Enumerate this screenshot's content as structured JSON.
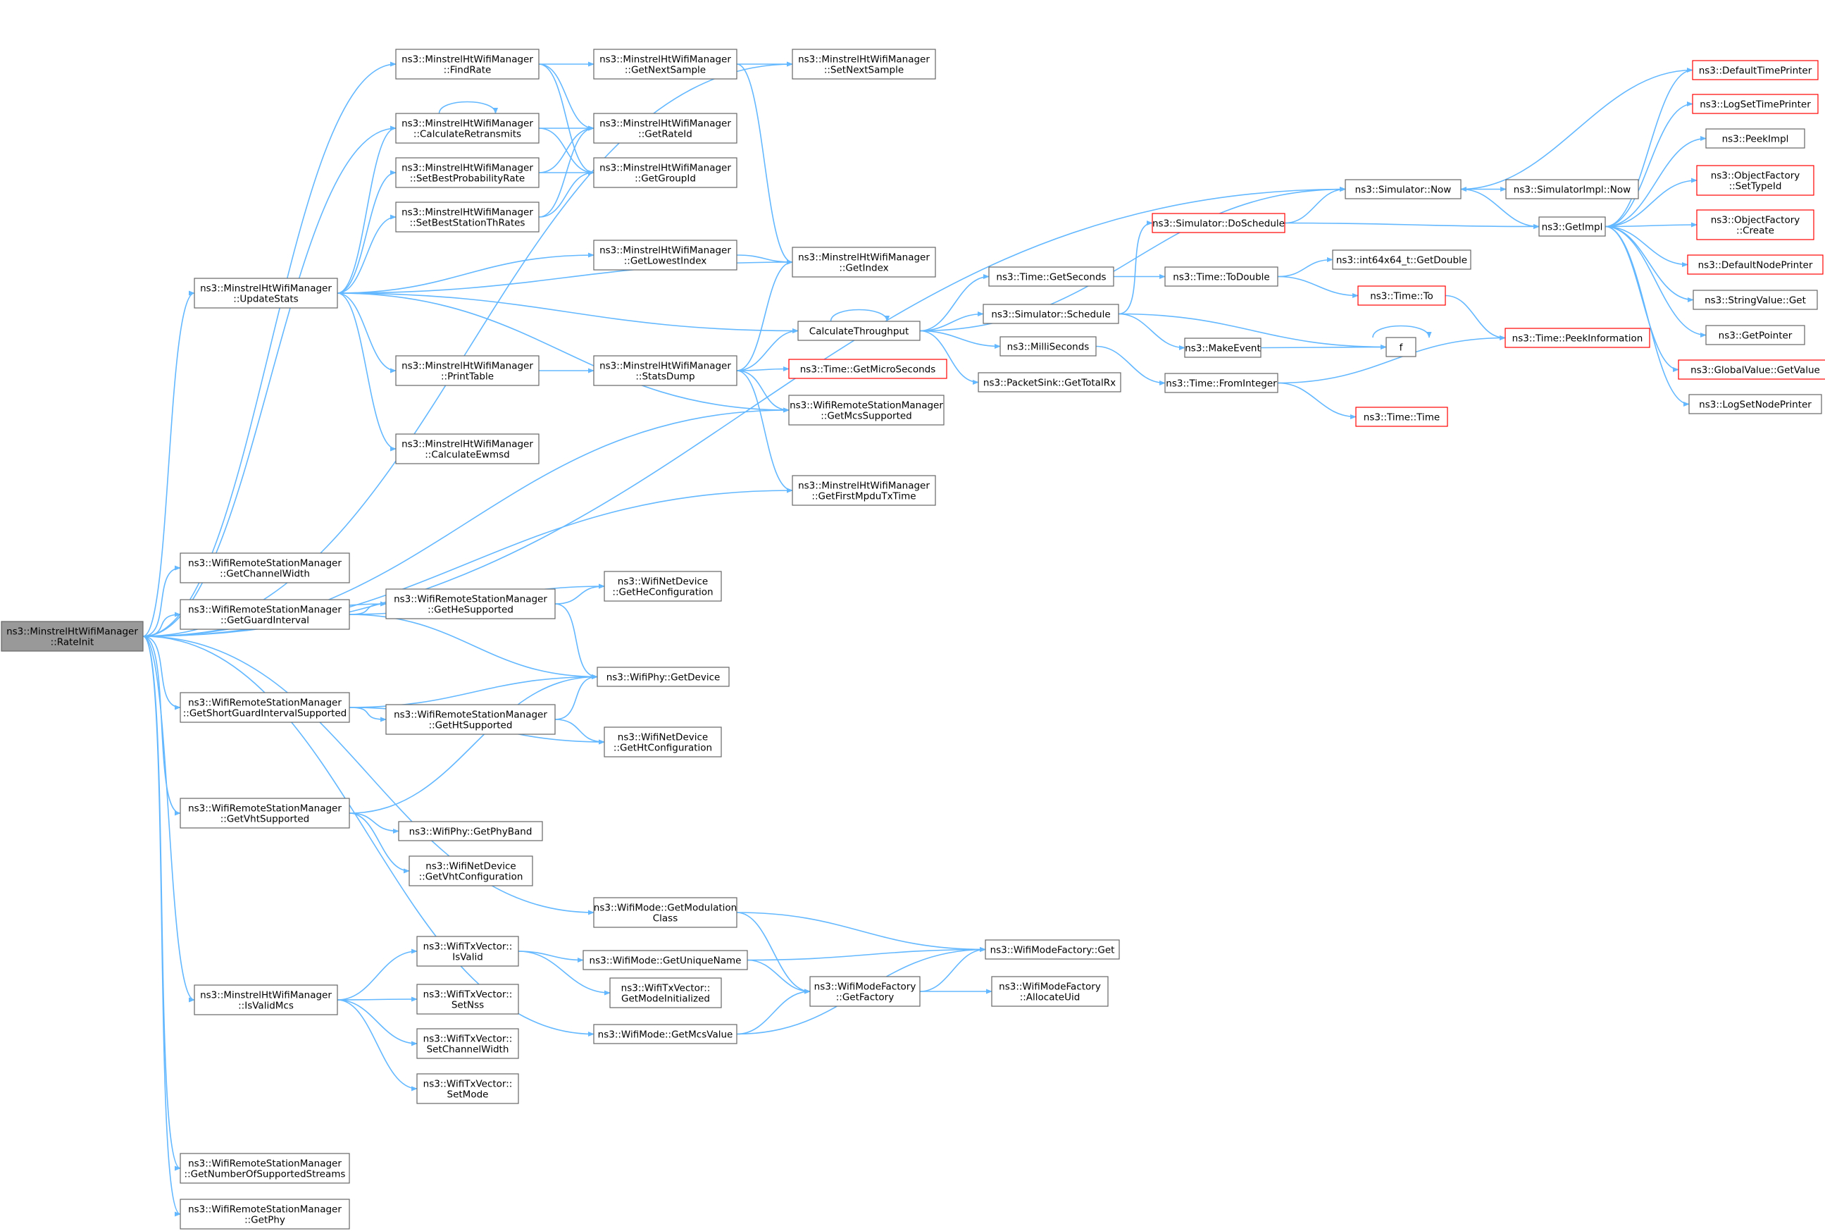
{
  "title": "ns3::MinstrelHtWifiManager::RateInit call graph",
  "colors": {
    "edge": "#63b8ff",
    "border": "#666666",
    "border_truncated": "#ff0000",
    "root_fill": "#999999",
    "node_fill": "#ffffff"
  },
  "nodes": [
    {
      "id": "rateinit",
      "lines": [
        "ns3::MinstrelHtWifiManager",
        "::RateInit"
      ],
      "root": true
    },
    {
      "id": "findrate",
      "lines": [
        "ns3::MinstrelHtWifiManager",
        "::FindRate"
      ]
    },
    {
      "id": "calcretrans",
      "lines": [
        "ns3::MinstrelHtWifiManager",
        "::CalculateRetransmits"
      ]
    },
    {
      "id": "setbestprob",
      "lines": [
        "ns3::MinstrelHtWifiManager",
        "::SetBestProbabilityRate"
      ]
    },
    {
      "id": "setbeststation",
      "lines": [
        "ns3::MinstrelHtWifiManager",
        "::SetBestStationThRates"
      ]
    },
    {
      "id": "updatestats",
      "lines": [
        "ns3::MinstrelHtWifiManager",
        "::UpdateStats"
      ]
    },
    {
      "id": "printtable",
      "lines": [
        "ns3::MinstrelHtWifiManager",
        "::PrintTable"
      ]
    },
    {
      "id": "calcewmsd",
      "lines": [
        "ns3::MinstrelHtWifiManager",
        "::CalculateEwmsd"
      ]
    },
    {
      "id": "getnextsample",
      "lines": [
        "ns3::MinstrelHtWifiManager",
        "::GetNextSample"
      ]
    },
    {
      "id": "getrateid",
      "lines": [
        "ns3::MinstrelHtWifiManager",
        "::GetRateId"
      ]
    },
    {
      "id": "getgroupid",
      "lines": [
        "ns3::MinstrelHtWifiManager",
        "::GetGroupId"
      ]
    },
    {
      "id": "getlowestindex",
      "lines": [
        "ns3::MinstrelHtWifiManager",
        "::GetLowestIndex"
      ]
    },
    {
      "id": "statsdump",
      "lines": [
        "ns3::MinstrelHtWifiManager",
        "::StatsDump"
      ]
    },
    {
      "id": "setnextsample",
      "lines": [
        "ns3::MinstrelHtWifiManager",
        "::SetNextSample"
      ]
    },
    {
      "id": "getindex",
      "lines": [
        "ns3::MinstrelHtWifiManager",
        "::GetIndex"
      ]
    },
    {
      "id": "calcthroughput",
      "lines": [
        "CalculateThroughput"
      ]
    },
    {
      "id": "getmicro",
      "lines": [
        "ns3::Time::GetMicroSeconds"
      ],
      "truncated": true
    },
    {
      "id": "getmcssupported",
      "lines": [
        "ns3::WifiRemoteStationManager",
        "::GetMcsSupported"
      ]
    },
    {
      "id": "getfirstmpdu",
      "lines": [
        "ns3::MinstrelHtWifiManager",
        "::GetFirstMpduTxTime"
      ]
    },
    {
      "id": "gettimeseconds",
      "lines": [
        "ns3::Time::GetSeconds"
      ]
    },
    {
      "id": "simschedule",
      "lines": [
        "ns3::Simulator::Schedule"
      ]
    },
    {
      "id": "milliseconds",
      "lines": [
        "ns3::MilliSeconds"
      ]
    },
    {
      "id": "packetsink",
      "lines": [
        "ns3::PacketSink::GetTotalRx"
      ]
    },
    {
      "id": "simdoschedule",
      "lines": [
        "ns3::Simulator::DoSchedule"
      ],
      "truncated": true
    },
    {
      "id": "timetodouble",
      "lines": [
        "ns3::Time::ToDouble"
      ]
    },
    {
      "id": "makeevent",
      "lines": [
        "ns3::MakeEvent"
      ]
    },
    {
      "id": "timefrominteger",
      "lines": [
        "ns3::Time::FromInteger"
      ]
    },
    {
      "id": "int64getdouble",
      "lines": [
        "ns3::int64x64_t::GetDouble"
      ]
    },
    {
      "id": "timeto",
      "lines": [
        "ns3::Time::To"
      ],
      "truncated": true
    },
    {
      "id": "f",
      "lines": [
        "f"
      ]
    },
    {
      "id": "timetime",
      "lines": [
        "ns3::Time::Time"
      ],
      "truncated": true
    },
    {
      "id": "simnow",
      "lines": [
        "ns3::Simulator::Now"
      ]
    },
    {
      "id": "simimplnow",
      "lines": [
        "ns3::SimulatorImpl::Now"
      ]
    },
    {
      "id": "getimpl",
      "lines": [
        "ns3::GetImpl"
      ]
    },
    {
      "id": "timepeekinfo",
      "lines": [
        "ns3::Time::PeekInformation"
      ],
      "truncated": true
    },
    {
      "id": "defaulttimeprinter",
      "lines": [
        "ns3::DefaultTimePrinter"
      ],
      "truncated": true
    },
    {
      "id": "logsettimeprinter",
      "lines": [
        "ns3::LogSetTimePrinter"
      ],
      "truncated": true
    },
    {
      "id": "peekimpl",
      "lines": [
        "ns3::PeekImpl"
      ]
    },
    {
      "id": "objfactsettype",
      "lines": [
        "ns3::ObjectFactory",
        "::SetTypeId"
      ],
      "truncated": true
    },
    {
      "id": "objfactcreate",
      "lines": [
        "ns3::ObjectFactory",
        "::Create"
      ],
      "truncated": true
    },
    {
      "id": "defaultnodeprinter",
      "lines": [
        "ns3::DefaultNodePrinter"
      ],
      "truncated": true
    },
    {
      "id": "stringvalueget",
      "lines": [
        "ns3::StringValue::Get"
      ]
    },
    {
      "id": "getpointer",
      "lines": [
        "ns3::GetPointer"
      ]
    },
    {
      "id": "globalvalueget",
      "lines": [
        "ns3::GlobalValue::GetValue"
      ],
      "truncated": true
    },
    {
      "id": "logsetnodeprinter",
      "lines": [
        "ns3::LogSetNodePrinter"
      ]
    },
    {
      "id": "getchannelwidth",
      "lines": [
        "ns3::WifiRemoteStationManager",
        "::GetChannelWidth"
      ]
    },
    {
      "id": "getguardinterval",
      "lines": [
        "ns3::WifiRemoteStationManager",
        "::GetGuardInterval"
      ]
    },
    {
      "id": "gethesupported",
      "lines": [
        "ns3::WifiRemoteStationManager",
        "::GetHeSupported"
      ]
    },
    {
      "id": "getheconfig",
      "lines": [
        "ns3::WifiNetDevice",
        "::GetHeConfiguration"
      ]
    },
    {
      "id": "wifiphygetdevice",
      "lines": [
        "ns3::WifiPhy::GetDevice"
      ]
    },
    {
      "id": "getshortgi",
      "lines": [
        "ns3::WifiRemoteStationManager",
        "::GetShortGuardIntervalSupported"
      ]
    },
    {
      "id": "gethtsupported",
      "lines": [
        "ns3::WifiRemoteStationManager",
        "::GetHtSupported"
      ]
    },
    {
      "id": "gethtconfig",
      "lines": [
        "ns3::WifiNetDevice",
        "::GetHtConfiguration"
      ]
    },
    {
      "id": "getvhtsupported",
      "lines": [
        "ns3::WifiRemoteStationManager",
        "::GetVhtSupported"
      ]
    },
    {
      "id": "getphyband",
      "lines": [
        "ns3::WifiPhy::GetPhyBand"
      ]
    },
    {
      "id": "getvhtconfig",
      "lines": [
        "ns3::WifiNetDevice",
        "::GetVhtConfiguration"
      ]
    },
    {
      "id": "getmodclass",
      "lines": [
        "ns3::WifiMode::GetModulation",
        "Class"
      ]
    },
    {
      "id": "isvalidmcs",
      "lines": [
        "ns3::MinstrelHtWifiManager",
        "::IsValidMcs"
      ]
    },
    {
      "id": "txvecisvalid",
      "lines": [
        "ns3::WifiTxVector::",
        "IsValid"
      ]
    },
    {
      "id": "getuniquename",
      "lines": [
        "ns3::WifiMode::GetUniqueName"
      ]
    },
    {
      "id": "getmodeinit",
      "lines": [
        "ns3::WifiTxVector::",
        "GetModeInitialized"
      ]
    },
    {
      "id": "modefactoryget",
      "lines": [
        "ns3::WifiModeFactory::Get"
      ]
    },
    {
      "id": "getfactory",
      "lines": [
        "ns3::WifiModeFactory",
        "::GetFactory"
      ]
    },
    {
      "id": "allocateuid",
      "lines": [
        "ns3::WifiModeFactory",
        "::AllocateUid"
      ]
    },
    {
      "id": "setnss",
      "lines": [
        "ns3::WifiTxVector::",
        "SetNss"
      ]
    },
    {
      "id": "setchannelwidth",
      "lines": [
        "ns3::WifiTxVector::",
        "SetChannelWidth"
      ]
    },
    {
      "id": "setmode",
      "lines": [
        "ns3::WifiTxVector::",
        "SetMode"
      ]
    },
    {
      "id": "getmcsvalue",
      "lines": [
        "ns3::WifiMode::GetMcsValue"
      ]
    },
    {
      "id": "getnumstreams",
      "lines": [
        "ns3::WifiRemoteStationManager",
        "::GetNumberOfSupportedStreams"
      ]
    },
    {
      "id": "getphy",
      "lines": [
        "ns3::WifiRemoteStationManager",
        "::GetPhy"
      ]
    }
  ],
  "edges": [
    [
      "rateinit",
      "findrate"
    ],
    [
      "rateinit",
      "calcretrans"
    ],
    [
      "rateinit",
      "updatestats"
    ],
    [
      "rateinit",
      "setnextsample"
    ],
    [
      "rateinit",
      "simnow"
    ],
    [
      "rateinit",
      "getmcssupported"
    ],
    [
      "rateinit",
      "getfirstmpdu"
    ],
    [
      "rateinit",
      "getchannelwidth"
    ],
    [
      "rateinit",
      "getguardinterval"
    ],
    [
      "rateinit",
      "gethesupported"
    ],
    [
      "rateinit",
      "getshortgi"
    ],
    [
      "rateinit",
      "getvhtsupported"
    ],
    [
      "rateinit",
      "getmodclass"
    ],
    [
      "rateinit",
      "isvalidmcs"
    ],
    [
      "rateinit",
      "getmcsvalue"
    ],
    [
      "rateinit",
      "getnumstreams"
    ],
    [
      "rateinit",
      "getphy"
    ],
    [
      "findrate",
      "getnextsample"
    ],
    [
      "findrate",
      "getrateid"
    ],
    [
      "findrate",
      "getgroupid"
    ],
    [
      "getnextsample",
      "setnextsample"
    ],
    [
      "getnextsample",
      "getindex"
    ],
    [
      "calcretrans",
      "calcretrans"
    ],
    [
      "calcretrans",
      "getrateid"
    ],
    [
      "calcretrans",
      "getgroupid"
    ],
    [
      "setbestprob",
      "getrateid"
    ],
    [
      "setbestprob",
      "getgroupid"
    ],
    [
      "setbeststation",
      "getrateid"
    ],
    [
      "setbeststation",
      "getgroupid"
    ],
    [
      "updatestats",
      "calcretrans"
    ],
    [
      "updatestats",
      "setbestprob"
    ],
    [
      "updatestats",
      "setbeststation"
    ],
    [
      "updatestats",
      "getlowestindex"
    ],
    [
      "updatestats",
      "getindex"
    ],
    [
      "updatestats",
      "calcthroughput"
    ],
    [
      "updatestats",
      "printtable"
    ],
    [
      "updatestats",
      "calcewmsd"
    ],
    [
      "updatestats",
      "getmcssupported"
    ],
    [
      "getlowestindex",
      "getindex"
    ],
    [
      "printtable",
      "statsdump"
    ],
    [
      "statsdump",
      "getindex"
    ],
    [
      "statsdump",
      "calcthroughput"
    ],
    [
      "statsdump",
      "getmicro"
    ],
    [
      "statsdump",
      "getmcssupported"
    ],
    [
      "statsdump",
      "getfirstmpdu"
    ],
    [
      "calcthroughput",
      "calcthroughput"
    ],
    [
      "calcthroughput",
      "simnow"
    ],
    [
      "calcthroughput",
      "gettimeseconds"
    ],
    [
      "calcthroughput",
      "simschedule"
    ],
    [
      "calcthroughput",
      "milliseconds"
    ],
    [
      "calcthroughput",
      "packetsink"
    ],
    [
      "gettimeseconds",
      "timetodouble"
    ],
    [
      "simschedule",
      "simdoschedule"
    ],
    [
      "simschedule",
      "makeevent"
    ],
    [
      "simschedule",
      "f"
    ],
    [
      "milliseconds",
      "timefrominteger"
    ],
    [
      "simdoschedule",
      "simnow"
    ],
    [
      "simdoschedule",
      "getimpl"
    ],
    [
      "timetodouble",
      "int64getdouble"
    ],
    [
      "timetodouble",
      "timeto"
    ],
    [
      "makeevent",
      "f"
    ],
    [
      "f",
      "f"
    ],
    [
      "timefrominteger",
      "timepeekinfo"
    ],
    [
      "timefrominteger",
      "timetime"
    ],
    [
      "timeto",
      "timepeekinfo"
    ],
    [
      "simnow",
      "simimplnow"
    ],
    [
      "simnow",
      "getimpl"
    ],
    [
      "defaulttimeprinter",
      "simnow"
    ],
    [
      "getimpl",
      "defaulttimeprinter"
    ],
    [
      "getimpl",
      "logsettimeprinter"
    ],
    [
      "getimpl",
      "peekimpl"
    ],
    [
      "getimpl",
      "objfactsettype"
    ],
    [
      "getimpl",
      "objfactcreate"
    ],
    [
      "getimpl",
      "defaultnodeprinter"
    ],
    [
      "getimpl",
      "stringvalueget"
    ],
    [
      "getimpl",
      "getpointer"
    ],
    [
      "getimpl",
      "globalvalueget"
    ],
    [
      "getimpl",
      "logsetnodeprinter"
    ],
    [
      "getguardinterval",
      "getheconfig"
    ],
    [
      "getguardinterval",
      "gethesupported"
    ],
    [
      "getguardinterval",
      "wifiphygetdevice"
    ],
    [
      "gethesupported",
      "getheconfig"
    ],
    [
      "gethesupported",
      "wifiphygetdevice"
    ],
    [
      "getshortgi",
      "wifiphygetdevice"
    ],
    [
      "getshortgi",
      "gethtsupported"
    ],
    [
      "getshortgi",
      "gethtconfig"
    ],
    [
      "gethtsupported",
      "wifiphygetdevice"
    ],
    [
      "gethtsupported",
      "gethtconfig"
    ],
    [
      "getvhtsupported",
      "wifiphygetdevice"
    ],
    [
      "getvhtsupported",
      "getphyband"
    ],
    [
      "getvhtsupported",
      "getvhtconfig"
    ],
    [
      "getmodclass",
      "modefactoryget"
    ],
    [
      "getmodclass",
      "getfactory"
    ],
    [
      "isvalidmcs",
      "txvecisvalid"
    ],
    [
      "isvalidmcs",
      "setnss"
    ],
    [
      "isvalidmcs",
      "setchannelwidth"
    ],
    [
      "isvalidmcs",
      "setmode"
    ],
    [
      "txvecisvalid",
      "getuniquename"
    ],
    [
      "txvecisvalid",
      "getmodeinit"
    ],
    [
      "getuniquename",
      "modefactoryget"
    ],
    [
      "getuniquename",
      "getfactory"
    ],
    [
      "getfactory",
      "modefactoryget"
    ],
    [
      "getfactory",
      "allocateuid"
    ],
    [
      "getmcsvalue",
      "getfactory"
    ],
    [
      "getmcsvalue",
      "modefactoryget"
    ]
  ]
}
